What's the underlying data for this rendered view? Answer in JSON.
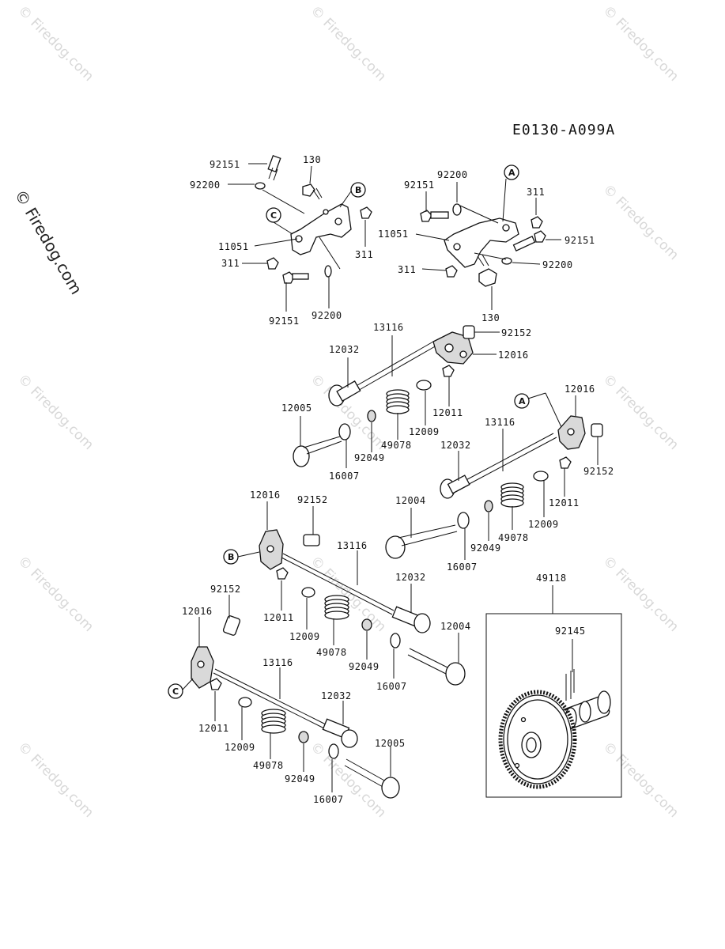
{
  "diagram_code": "E0130-A099A",
  "watermark": "© Firedog.com",
  "side_watermark": "© Firedog.com",
  "refs": {
    "a": "A",
    "b": "B",
    "c": "C"
  },
  "part_numbers": {
    "p92151": "92151",
    "p92200": "92200",
    "p130": "130",
    "p11051": "11051",
    "p311": "311",
    "p13116": "13116",
    "p12032": "12032",
    "p92152": "92152",
    "p12016": "12016",
    "p12005": "12005",
    "p12011": "12011",
    "p49078": "49078",
    "p12009": "12009",
    "p92049": "92049",
    "p16007": "16007",
    "p12004": "12004",
    "p49118": "49118",
    "p92145": "92145"
  }
}
